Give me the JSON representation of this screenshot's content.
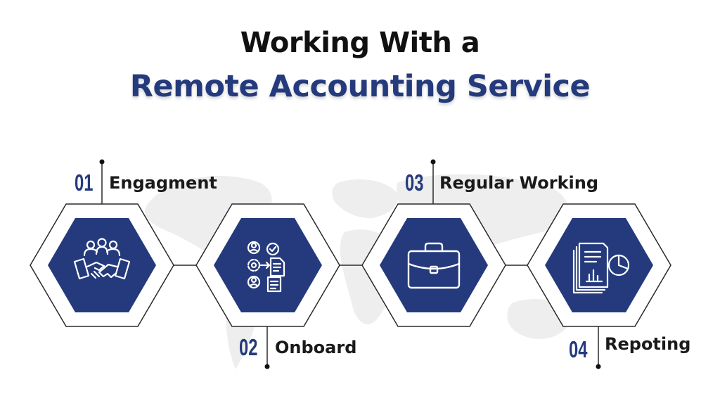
{
  "title": {
    "line1": "Working With a",
    "line2": "Remote Accounting Service"
  },
  "colors": {
    "navy": "#243a7c",
    "text": "#1a1a1a",
    "outline": "#2a2a2a",
    "map": "#eeeeee"
  },
  "steps": [
    {
      "number": "01",
      "label": "Engagment",
      "icon": "handshake-team-icon"
    },
    {
      "number": "02",
      "label": "Onboard",
      "icon": "onboarding-process-icon"
    },
    {
      "number": "03",
      "label": "Regular Working",
      "icon": "briefcase-icon"
    },
    {
      "number": "04",
      "label": "Repoting",
      "icon": "report-documents-icon"
    }
  ]
}
